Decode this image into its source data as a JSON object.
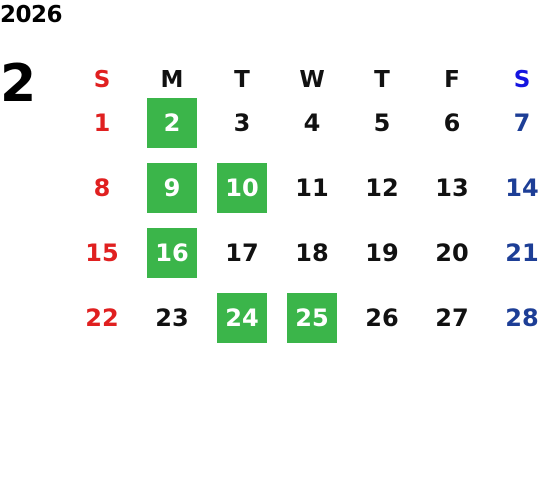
{
  "year": "2026",
  "month": "2",
  "weekdays": [
    "S",
    "M",
    "T",
    "W",
    "T",
    "F",
    "S"
  ],
  "weeks": [
    [
      {
        "d": "1"
      },
      {
        "d": "2",
        "hl": true
      },
      {
        "d": "3"
      },
      {
        "d": "4"
      },
      {
        "d": "5"
      },
      {
        "d": "6"
      },
      {
        "d": "7"
      }
    ],
    [
      {
        "d": "8"
      },
      {
        "d": "9",
        "hl": true
      },
      {
        "d": "10",
        "hl": true
      },
      {
        "d": "11"
      },
      {
        "d": "12"
      },
      {
        "d": "13"
      },
      {
        "d": "14"
      }
    ],
    [
      {
        "d": "15"
      },
      {
        "d": "16",
        "hl": true
      },
      {
        "d": "17"
      },
      {
        "d": "18"
      },
      {
        "d": "19"
      },
      {
        "d": "20"
      },
      {
        "d": "21"
      }
    ],
    [
      {
        "d": "22"
      },
      {
        "d": "23"
      },
      {
        "d": "24",
        "hl": true
      },
      {
        "d": "25",
        "hl": true
      },
      {
        "d": "26"
      },
      {
        "d": "27"
      },
      {
        "d": "28"
      }
    ]
  ],
  "colors": {
    "sunday": "#e02020",
    "saturday": "#1d3e96",
    "highlight": "#3bb54a"
  }
}
